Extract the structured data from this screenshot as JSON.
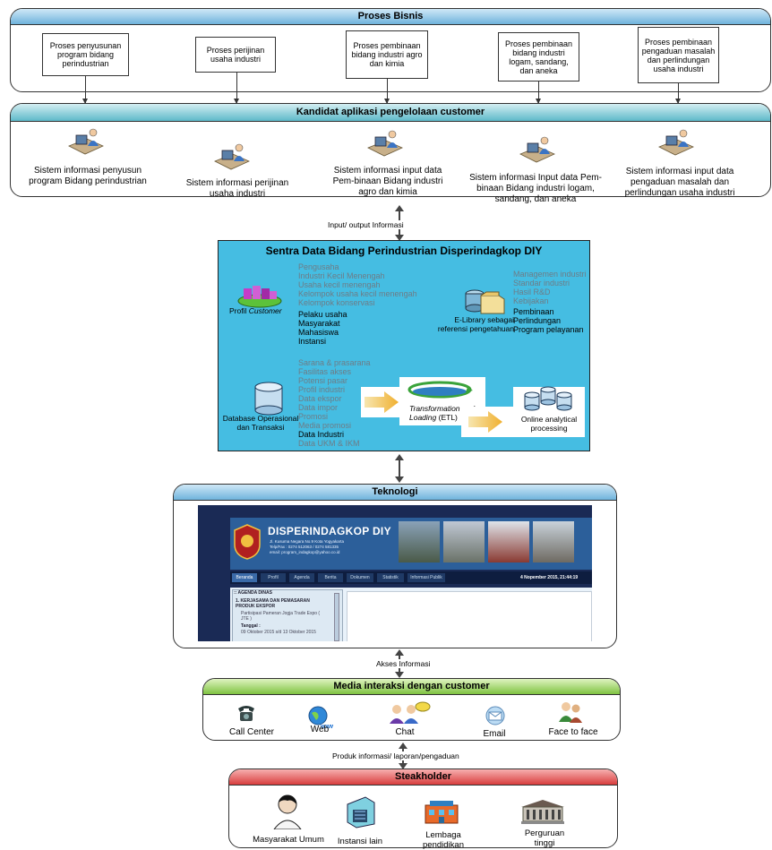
{
  "proses_bisnis": {
    "title": "Proses Bisnis",
    "boxes": [
      "Proses penyusunan program bidang perindustrian",
      "Proses perijinan usaha industri",
      "Proses pembinaan bidang industri agro dan kimia",
      "Proses pembinaan bidang industri logam, sandang, dan aneka",
      "Proses pembinaan pengaduan masalah dan perlindungan usaha industri"
    ]
  },
  "kandidat": {
    "title": "Kandidat aplikasi pengelolaan customer",
    "items": [
      "Sistem informasi penyusun program Bidang perindustrian",
      "Sistem informasi perijinan usaha industri",
      "Sistem informasi input data Pem-binaan Bidang industri agro dan kimia",
      "Sistem informasi Input data Pem-binaan Bidang industri logam, sandang, dan aneka",
      "Sistem informasi input data pengaduan masalah dan perlindungan usaha industri"
    ]
  },
  "io_label": "Input/ output Informasi",
  "sentra": {
    "title": "Sentra Data Bidang Perindustrian Disperindagkop DIY",
    "profil_label": "Profil",
    "profil_label_italic": "Customer",
    "profil_gray": [
      "Pengusaha",
      "Industri Kecil Menengah",
      "Usaha kecil menengah",
      "Kelompok usaha kecil menengah",
      "Kelompok konservasi"
    ],
    "profil_black": [
      "Pelaku usaha",
      "Masyarakat",
      "Mahasiswa",
      "Instansi"
    ],
    "elib_label": "E-Library sebagai referensi pengetahuan",
    "elib_gray": [
      "Managemen industri",
      "Standar industri",
      "Hasil R&D",
      "Kebijakan"
    ],
    "elib_black": [
      "Pembinaan",
      "Perlindungan",
      "Program pelayanan"
    ],
    "db_label": "Database Operasional dan Transaksi",
    "db_gray": [
      "Sarana & prasarana",
      "Fasilitas akses",
      "Potensi pasar",
      "Profil industri",
      "Data ekspor",
      "Data impor",
      "Promosi",
      "Media promosi"
    ],
    "db_black": "Data Industri",
    "db_gray_tail": "Data UKM & IKM",
    "etl_label_1": "Transformation and",
    "etl_label_2": "Loading",
    "etl_label_3": "(ETL)",
    "olap_label": "Online analytical processing"
  },
  "teknologi": {
    "title": "Teknologi",
    "website": {
      "name": "DISPERINDAGKOP DIY",
      "address": "Jl. Kusuma Negara No.9 Kota Yogyakarta",
      "phone": "Telp/Fax : 0274 512063 / 0274 581335",
      "email": "email: program_indagkop@yahoo.co.id",
      "tabs": [
        "Beranda",
        "Profil",
        "Agenda",
        "Berita",
        "Dokumen",
        "Statistik",
        "Informasi Publik"
      ],
      "date": "4 Nopember 2015, 21:44:19",
      "agenda_title": ":: AGENDA DINAS",
      "agenda_item": "1. KERJASAMA DAN PEMASARAN PRODUK EKSPOR",
      "agenda_desc": "Partisipasi Pameran Jogja Trade Expo ( JTE )",
      "agenda_tanggal": "Tanggal :",
      "agenda_date": "09 Oktober 2015 s/d 13 Oktober 2015"
    }
  },
  "akses_label": "Akses Informasi",
  "media": {
    "title": "Media interaksi dengan customer",
    "items": [
      "Call Center",
      "Web",
      "Chat",
      "Email",
      "Face to face"
    ]
  },
  "produk_label": "Produk informasi/ laporan/pengaduan",
  "stakeholder": {
    "title": "Steakholder",
    "items": [
      "Masyarakat Umum",
      "Instansi lain",
      "Lembaga pendidikan",
      "Perguruan tinggi"
    ]
  },
  "colors": {
    "central_bg": "#45bde2",
    "proses_header": "#6fb3dc",
    "kandidat_header": "#5db9c9",
    "media_header": "#7fc341",
    "stake_header": "#d83d3d"
  }
}
